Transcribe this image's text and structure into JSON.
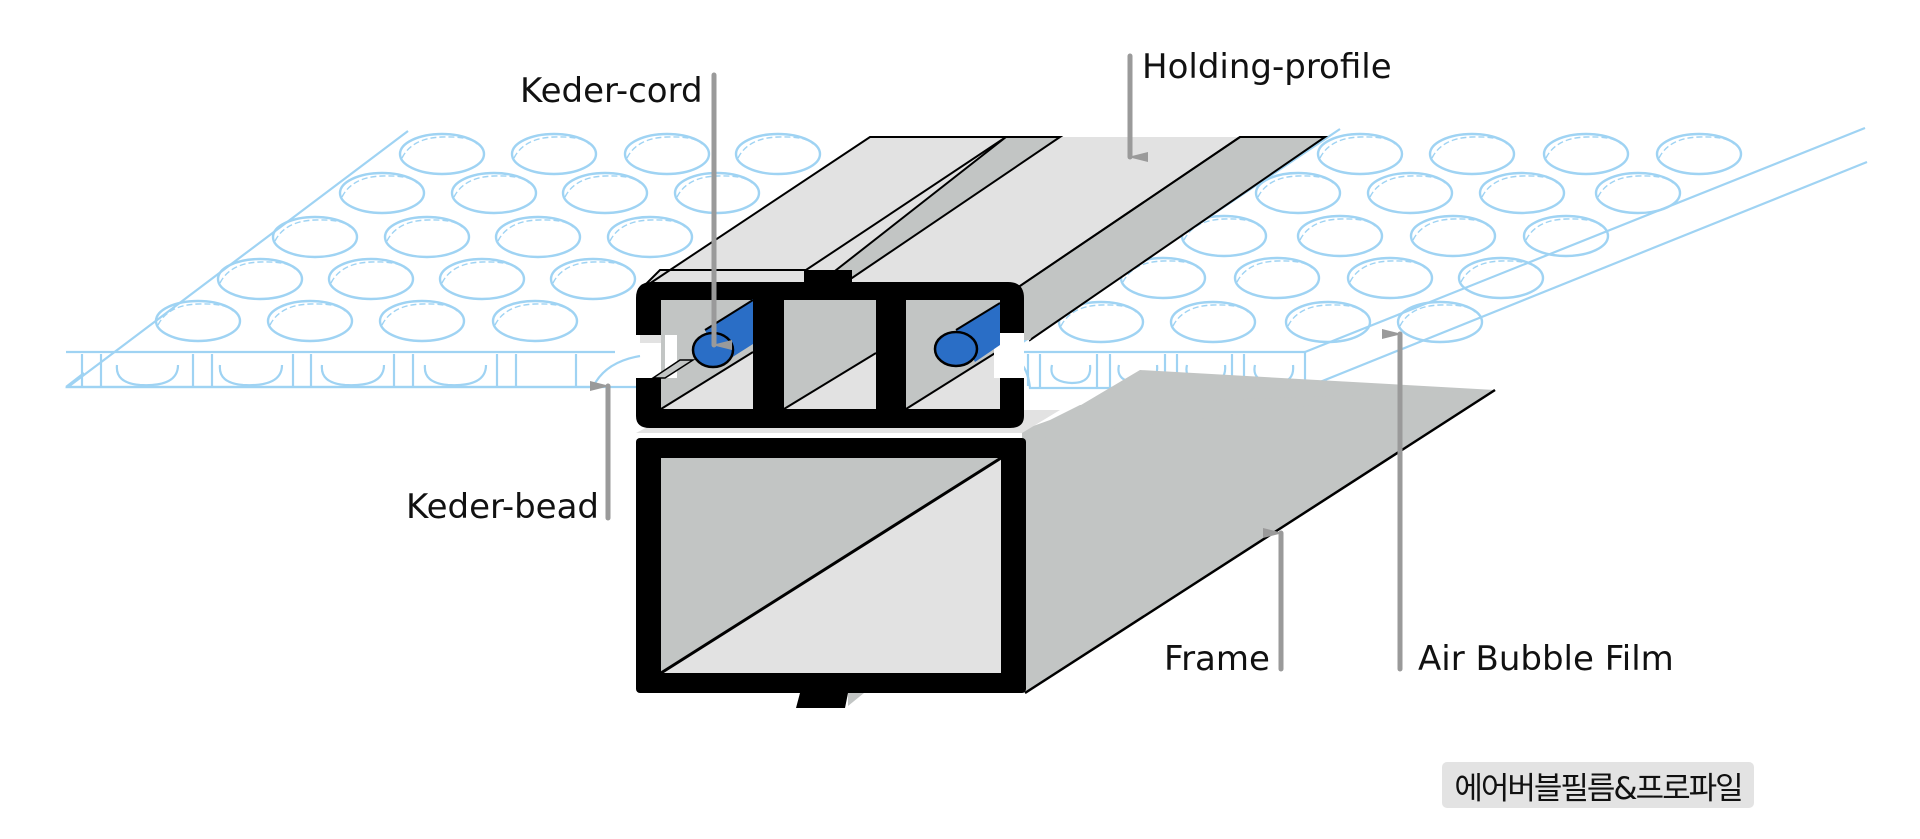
{
  "diagram": {
    "title": "에어버블필름&프로파일",
    "colors": {
      "film_line": "#9fd3f3",
      "profile_dark": "#c2c5c4",
      "profile_light": "#e2e2e2",
      "outline": "#000000",
      "cord": "#2a6ec6",
      "arrow": "#9a9a9a"
    },
    "labels": {
      "keder_cord": "Keder-cord",
      "holding_profile": "Holding-profile",
      "keder_bead": "Keder-bead",
      "frame": "Frame",
      "air_bubble_film": "Air Bubble Film"
    },
    "components": [
      {
        "id": "air-bubble-film-left",
        "name": "Air Bubble Film (left panel)"
      },
      {
        "id": "air-bubble-film-right",
        "name": "Air Bubble Film (right panel)"
      },
      {
        "id": "holding-profile",
        "name": "Holding-profile"
      },
      {
        "id": "keder-cord",
        "name": "Keder-cord"
      },
      {
        "id": "keder-bead",
        "name": "Keder-bead"
      },
      {
        "id": "frame",
        "name": "Frame"
      }
    ]
  }
}
